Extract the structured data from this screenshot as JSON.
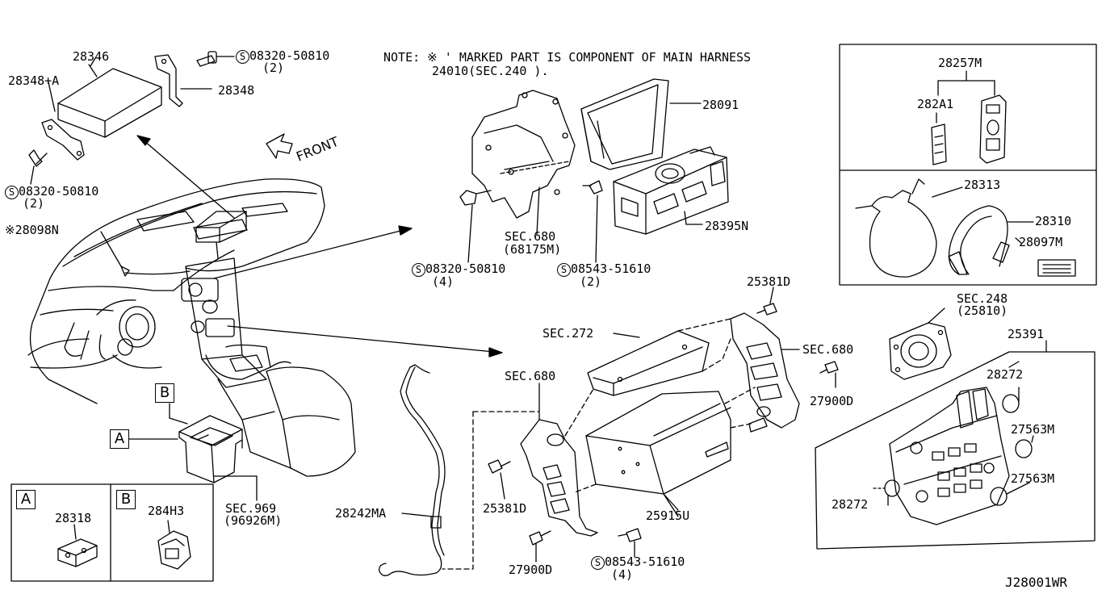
{
  "note": {
    "line1": "NOTE: ※ ' MARKED PART IS COMPONENT OF MAIN HARNESS",
    "line2": "24010(SEC.240 )."
  },
  "front_label": "FRONT",
  "diagram_id": "J28001WR",
  "callouts": {
    "p28346": "28346",
    "p28348a": "28348+A",
    "p28348": "28348",
    "s08320_top": "08320-50810",
    "s08320_top_qty": "(2)",
    "s08320_left": "08320-50810",
    "s08320_left_qty": "(2)",
    "p28098n": "※28098N",
    "p28091": "28091",
    "p28395n": "28395N",
    "sec680_a": "SEC.680",
    "sec680_a_ref": "(68175M)",
    "s08320_mid": "08320-50810",
    "s08320_mid_qty": "(4)",
    "s08543_mid": "08543-51610",
    "s08543_mid_qty": "(2)",
    "p28257m": "28257M",
    "p282a1": "282A1",
    "p28313": "28313",
    "p28310": "28310",
    "p28097m": "28097M",
    "p25381d_top": "25381D",
    "sec248": "SEC.248",
    "sec248_ref": "(25810)",
    "p25391": "25391",
    "sec272": "SEC.272",
    "sec680_b": "SEC.680",
    "sec680_c": "SEC.680",
    "p27900d_right": "27900D",
    "p28272_top": "28272",
    "p27563m_a": "27563M",
    "p27563m_b": "27563M",
    "p28272_left": "28272",
    "p25381d_bot": "25381D",
    "p25915u": "25915U",
    "p28242ma": "28242MA",
    "p27900d_bot": "27900D",
    "s08543_bot": "08543-51610",
    "s08543_bot_qty": "(4)",
    "sec969": "SEC.969",
    "sec969_ref": "(96926M)",
    "box_a": "A",
    "box_b": "B",
    "p28318": "28318",
    "p284h3": "284H3",
    "screw_symbol": "S"
  }
}
